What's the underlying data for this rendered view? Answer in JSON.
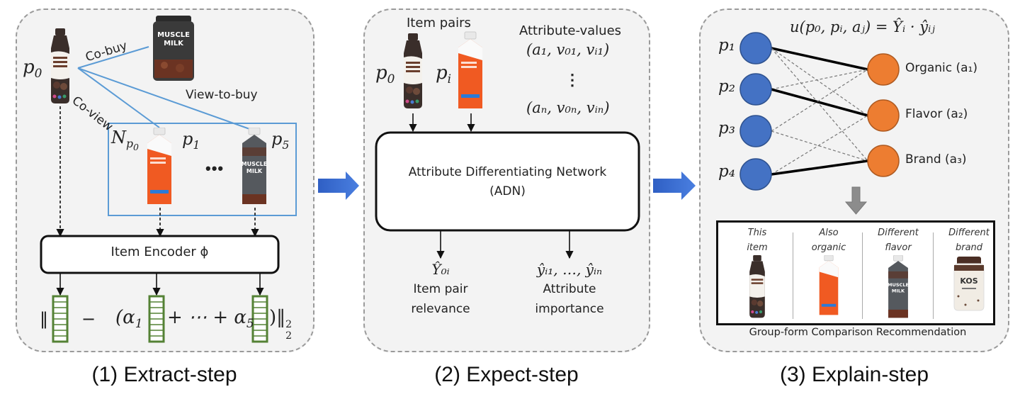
{
  "panels": {
    "extract": {
      "caption": "(1) Extract-step",
      "anchor_item": "p0",
      "relations": [
        "Co-buy",
        "Co-view",
        "View-to-buy"
      ],
      "neighbor_set": "N_p0",
      "neighbors": [
        "p1",
        "p5"
      ],
      "ellipsis": "•••",
      "encoder_label": "Item Encoder ϕ",
      "loss": {
        "open": "‖",
        "minus": "−",
        "paren_open": "(α",
        "alpha1_sub": "1",
        "plus_dots": "+ ⋯ + α",
        "alpha5_sub": "5",
        "close": ")‖",
        "sup": "2",
        "sub": "2"
      },
      "products": {
        "p0": "Orgain Cold Brew Coffee + Protein bottle",
        "co_buy": "Muscle Milk protein tub",
        "p1": "Bulletproof Coffee carton",
        "p5": "Muscle Milk carton"
      }
    },
    "expect": {
      "caption": "(2) Expect-step",
      "item_pairs_label": "Item pairs",
      "pair": [
        "p0",
        "pi"
      ],
      "attr_values_label": "Attribute-values",
      "attr_first": "(a₁, v₀₁, vᵢ₁)",
      "attr_vdots": "⋮",
      "attr_last": "(aₙ, v₀ₙ, vᵢₙ)",
      "network_label_line1": "Attribute Differentiating Network",
      "network_label_line2": "(ADN)",
      "outputs": [
        {
          "symbol": "Ŷ₀ᵢ",
          "line1": "Item pair",
          "line2": "relevance"
        },
        {
          "symbol": "ŷᵢ₁, …, ŷᵢₙ",
          "line1": "Attribute",
          "line2": "importance"
        }
      ]
    },
    "explain": {
      "caption": "(3) Explain-step",
      "formula": "u(p₀, pᵢ, aⱼ) = Ŷᵢ · ŷᵢⱼ",
      "item_nodes": [
        "p₁",
        "p₂",
        "p₃",
        "p₄"
      ],
      "attribute_nodes": [
        "Organic (a₁)",
        "Flavor (a₂)",
        "Brand (a₃)"
      ],
      "edges": [
        {
          "from": 0,
          "to": 0,
          "style": "bold"
        },
        {
          "from": 0,
          "to": 1,
          "style": "dashed"
        },
        {
          "from": 0,
          "to": 2,
          "style": "dashed"
        },
        {
          "from": 1,
          "to": 0,
          "style": "dashed"
        },
        {
          "from": 1,
          "to": 1,
          "style": "bold"
        },
        {
          "from": 2,
          "to": 0,
          "style": "dashed"
        },
        {
          "from": 2,
          "to": 2,
          "style": "dashed"
        },
        {
          "from": 3,
          "to": 1,
          "style": "dashed"
        },
        {
          "from": 3,
          "to": 2,
          "style": "bold"
        }
      ],
      "recommendation_title": "Group-form Comparison Recommendation",
      "recommendation_columns": [
        {
          "line1": "This",
          "line2": "item",
          "product": "Orgain bottle"
        },
        {
          "line1": "Also",
          "line2": "organic",
          "product": "Bulletproof carton"
        },
        {
          "line1": "Different",
          "line2": "flavor",
          "product": "Muscle Milk carton"
        },
        {
          "line1": "Different",
          "line2": "brand",
          "product": "KOS tub"
        }
      ]
    }
  },
  "colors": {
    "item_node": "#4472c4",
    "attribute_node": "#ed7d31",
    "relation_line": "#5b9bd5",
    "flow_arrow": "#3d6fd0",
    "embedding": "#548235",
    "panel_bg": "#f3f3f3",
    "panel_border": "#9a9a9a",
    "down_arrow": "#8c8c8c"
  },
  "brand_text": {
    "muscle_milk": "MUSCLE MILK",
    "kos": "KOS"
  }
}
